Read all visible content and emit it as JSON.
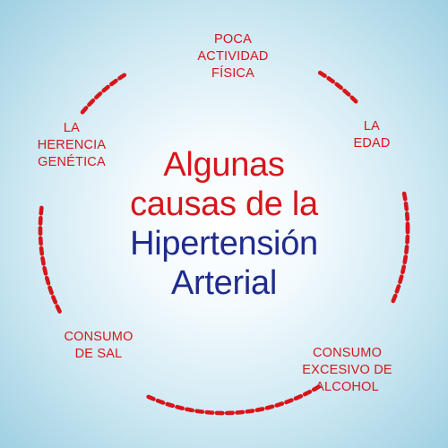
{
  "colors": {
    "accent_red": "#d7151b",
    "title_navy": "#1f2b8c",
    "background_center": "#ffffff",
    "background_edge": "#9fd0e2"
  },
  "title": {
    "lines": [
      "Algunas",
      "causas de la",
      "Hipertensión",
      "Arterial"
    ]
  },
  "causes": [
    {
      "lines": [
        "POCA",
        "ACTIVIDAD",
        "FÍSICA"
      ]
    },
    {
      "lines": [
        "LA",
        "EDAD"
      ]
    },
    {
      "lines": [
        "CONSUMO",
        "EXCESIVO DE",
        "ALCOHOL"
      ]
    },
    {
      "lines": [
        "CONSUMO",
        "DE SAL"
      ]
    },
    {
      "lines": [
        "LA",
        "HERENCIA",
        "GENÉTICA"
      ]
    }
  ]
}
